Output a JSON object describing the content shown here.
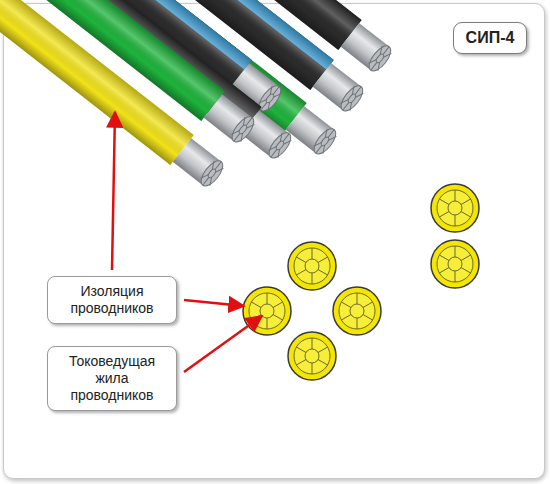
{
  "diagram": {
    "nodes": [
      {
        "text": [
          "СИП-4"
        ]
      },
      {
        "text": [
          "Изоляция проводников"
        ]
      },
      {
        "text": [
          "Токоведущая жила проводников"
        ]
      }
    ]
  }
}
